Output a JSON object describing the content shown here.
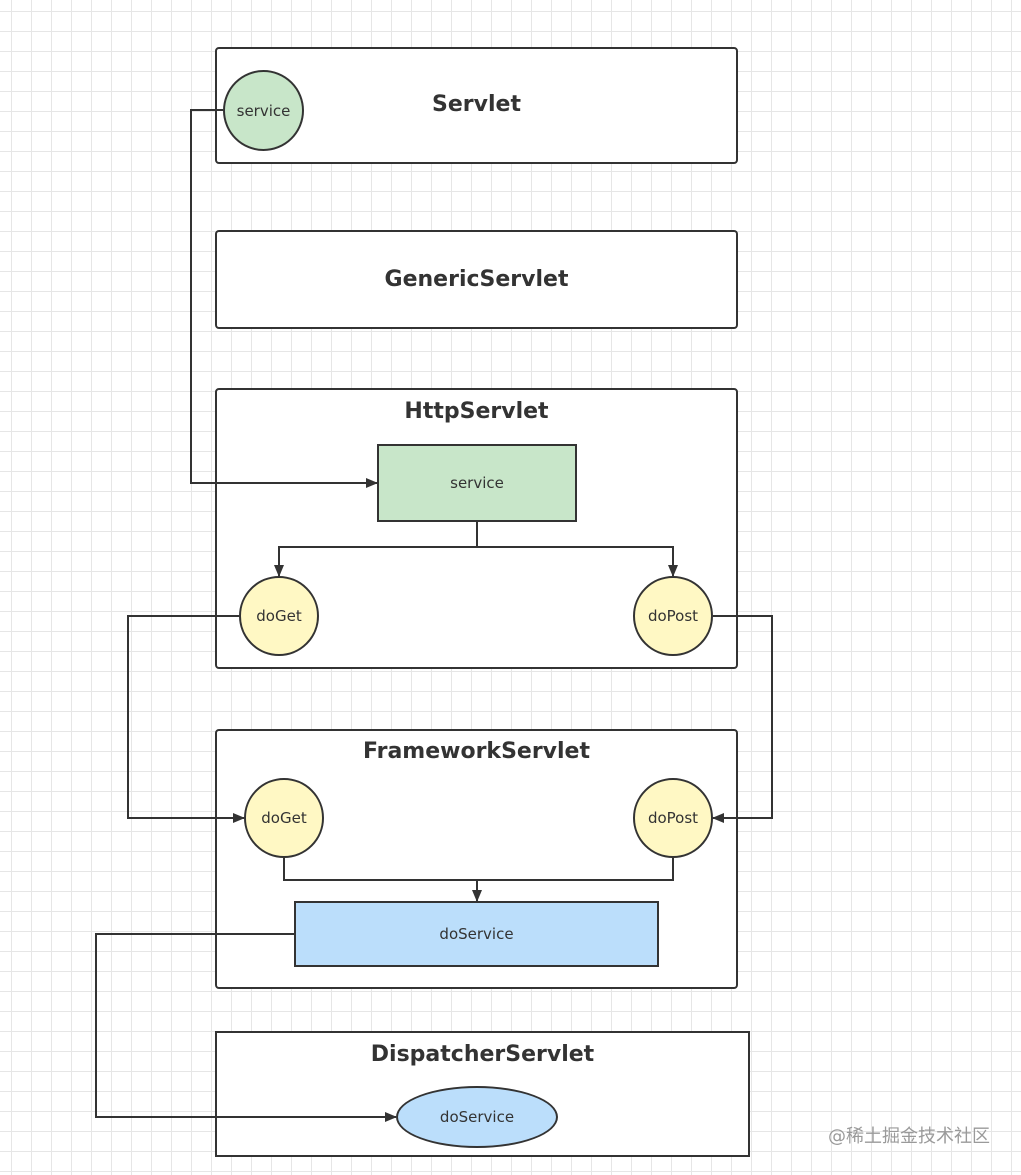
{
  "diagram": {
    "classes": {
      "servlet": {
        "title": "Servlet",
        "nodes": {
          "service": "service"
        }
      },
      "generic_servlet": {
        "title": "GenericServlet"
      },
      "http_servlet": {
        "title": "HttpServlet",
        "nodes": {
          "service": "service",
          "do_get": "doGet",
          "do_post": "doPost"
        }
      },
      "framework_servlet": {
        "title": "FrameworkServlet",
        "nodes": {
          "do_get": "doGet",
          "do_post": "doPost",
          "do_service": "doService"
        }
      },
      "dispatcher_servlet": {
        "title": "DispatcherServlet",
        "nodes": {
          "do_service": "doService"
        }
      }
    },
    "colors": {
      "stroke": "#333333",
      "green_fill": "#c8e6c9",
      "yellow_fill": "#fff8c4",
      "blue_fill": "#bbdefb"
    }
  },
  "watermark": "@稀土掘金技术社区"
}
